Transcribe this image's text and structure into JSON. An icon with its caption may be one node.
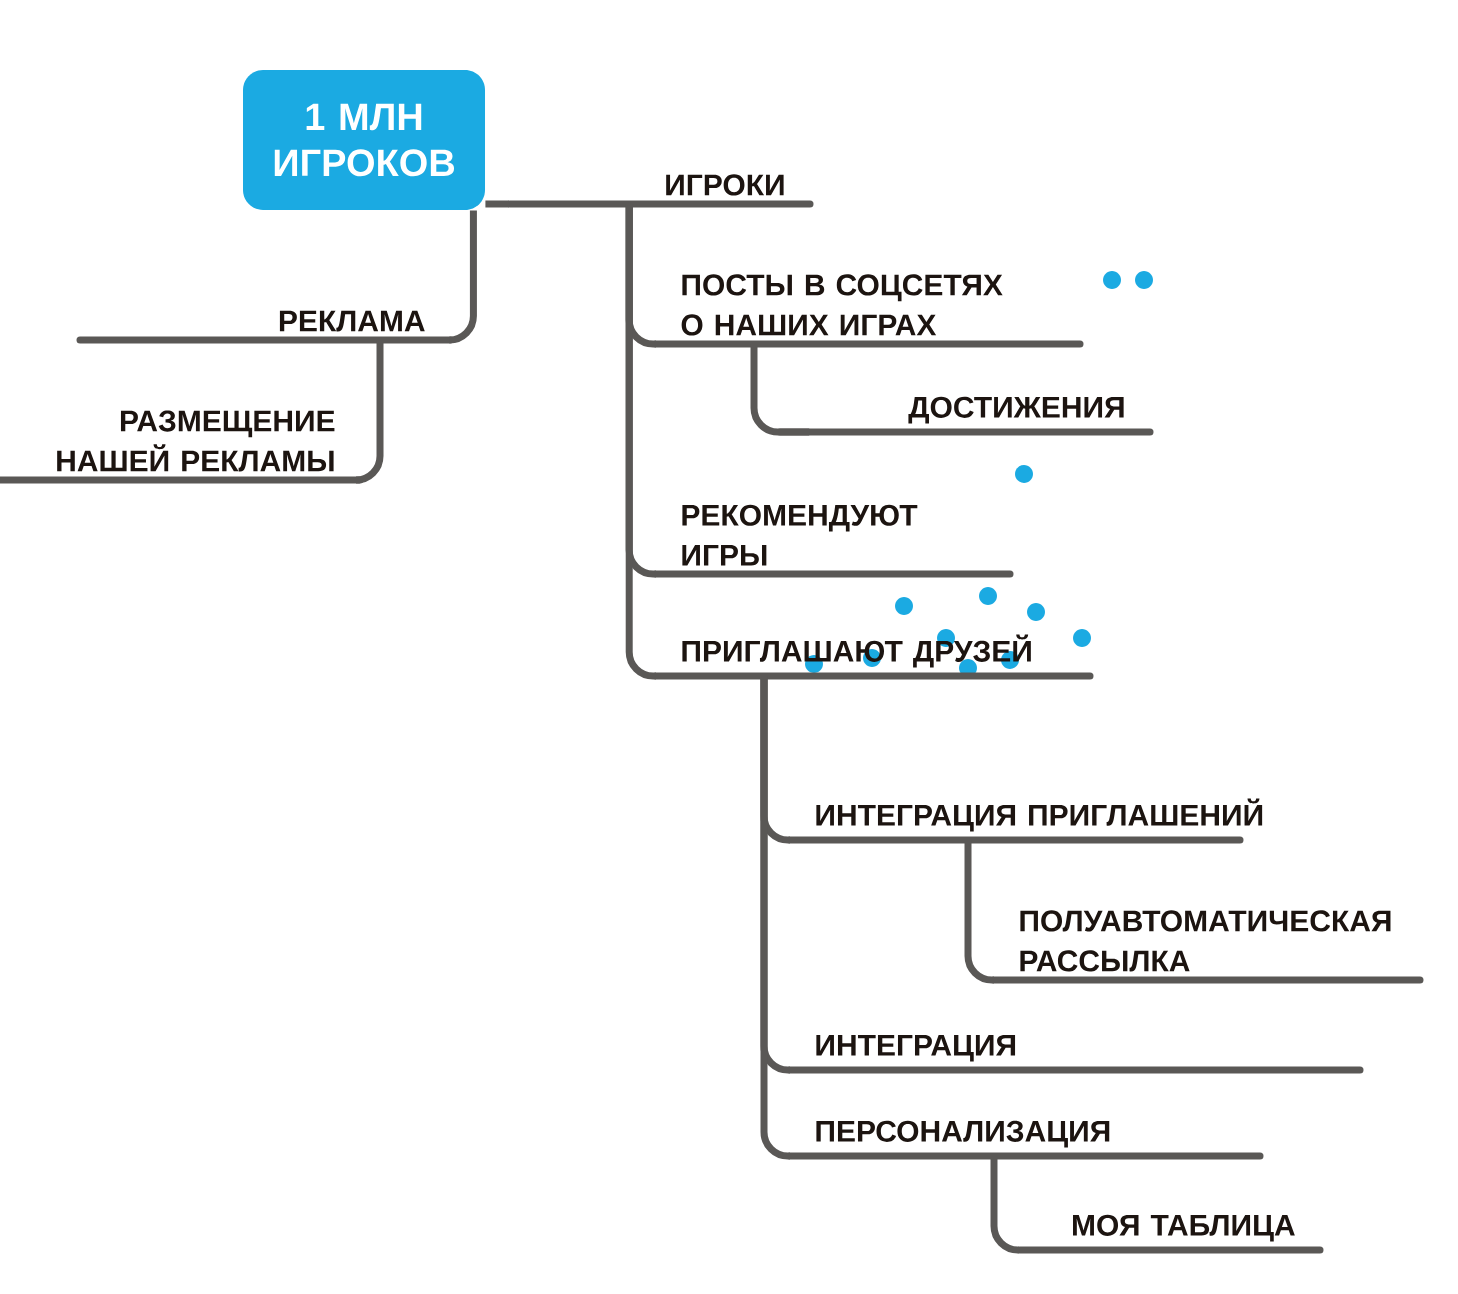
{
  "diagram": {
    "nodes": [
      {
        "text": [
          "1 МЛН ИГРОКОВ"
        ]
      },
      {
        "text": [
          "ИГРОКИ"
        ]
      },
      {
        "text": [
          "РЕКЛАМА"
        ]
      },
      {
        "text": [
          "РАЗМЕЩЕНИЕ НАШЕЙ РЕКЛАМЫ"
        ]
      },
      {
        "text": [
          "ПОСТЫ В СОЦСЕТЯХ О НАШИХ ИГРАХ"
        ]
      },
      {
        "text": [
          "ДОСТИЖЕНИЯ"
        ]
      },
      {
        "text": [
          "РЕКОМЕНДУЮТ ИГРЫ"
        ]
      },
      {
        "text": [
          "ПРИГЛАШАЮТ ДРУЗЕЙ"
        ]
      },
      {
        "text": [
          "ИНТЕГРАЦИЯ ПРИГЛАШЕНИЙ"
        ]
      },
      {
        "text": [
          "ПОЛУАВТОМАТИЧЕСКАЯ РАССЫЛКА"
        ]
      },
      {
        "text": [
          "ИНТЕГРАЦИЯ"
        ]
      },
      {
        "text": [
          "ПЕРСОНАЛИЗАЦИЯ"
        ]
      },
      {
        "text": [
          "МОЯ ТАБЛИЦА"
        ]
      }
    ],
    "edges": [
      {
        "from": 0,
        "to": 1,
        "arrow": "none"
      },
      {
        "from": 0,
        "to": 2,
        "arrow": "none"
      },
      {
        "from": 2,
        "to": 3,
        "arrow": "none"
      },
      {
        "from": 1,
        "to": 4,
        "arrow": "none"
      },
      {
        "from": 4,
        "to": 5,
        "arrow": "none"
      },
      {
        "from": 1,
        "to": 6,
        "arrow": "none"
      },
      {
        "from": 1,
        "to": 7,
        "arrow": "none"
      },
      {
        "from": 7,
        "to": 8,
        "arrow": "none"
      },
      {
        "from": 8,
        "to": 9,
        "arrow": "none"
      },
      {
        "from": 7,
        "to": 10,
        "arrow": "none"
      },
      {
        "from": 7,
        "to": 11,
        "arrow": "none"
      },
      {
        "from": 11,
        "to": 12,
        "arrow": "none"
      }
    ]
  }
}
